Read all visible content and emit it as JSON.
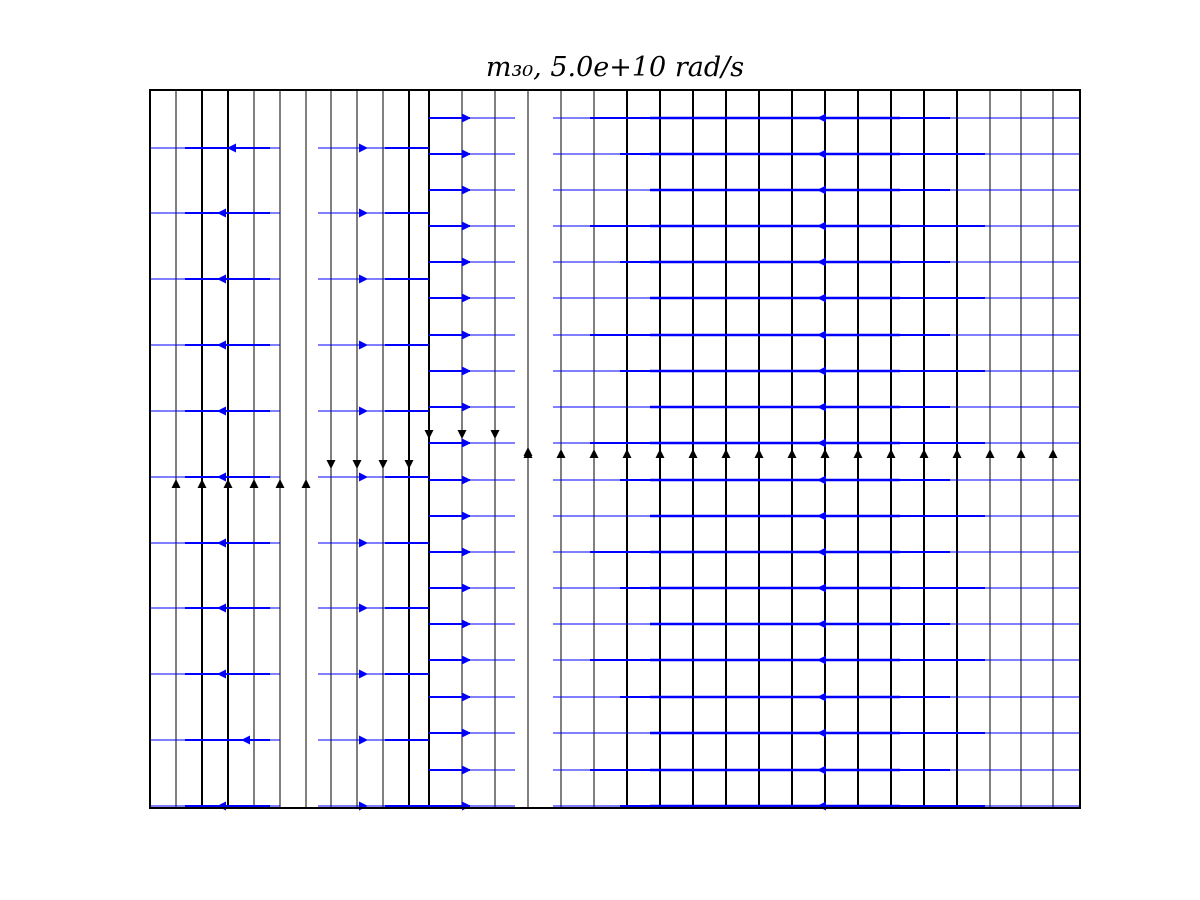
{
  "chart_data": {
    "type": "quiver",
    "title": "m_{30}, 5.0e+10 rad/s",
    "title_display": "m₃₀, 5.0e+10 rad/s",
    "xlabel": "",
    "ylabel": "",
    "axis_ticks": false,
    "grid": false,
    "colors": {
      "axes": "#000000",
      "black_series": "#000000",
      "blue_series": "#0000ff"
    },
    "series": [
      {
        "color": "black",
        "orientation": "vertical",
        "description_of_regions": "columns of vertical arrows",
        "regions": [
          {
            "x_range": [
              0.07,
              0.42
            ],
            "arrow_y": 0.51,
            "direction": "up"
          },
          {
            "x_range": [
              0.46,
              0.72
            ],
            "arrow_y": 0.48,
            "direction": "down"
          },
          {
            "x_range": [
              0.76,
              1.0
            ],
            "arrow_y": 0.46,
            "direction": "up"
          }
        ]
      },
      {
        "color": "blue",
        "orientation": "horizontal",
        "description_of_regions": "rows of horizontal arrows",
        "regions": [
          {
            "x_range": [
              0.0,
              0.14
            ],
            "direction": "left"
          },
          {
            "x_range": [
              0.18,
              0.3
            ],
            "direction": "right"
          },
          {
            "x_range": [
              0.3,
              0.4
            ],
            "direction": "right"
          },
          {
            "x_range": [
              0.4,
              1.0
            ],
            "direction": "left"
          }
        ]
      }
    ]
  }
}
